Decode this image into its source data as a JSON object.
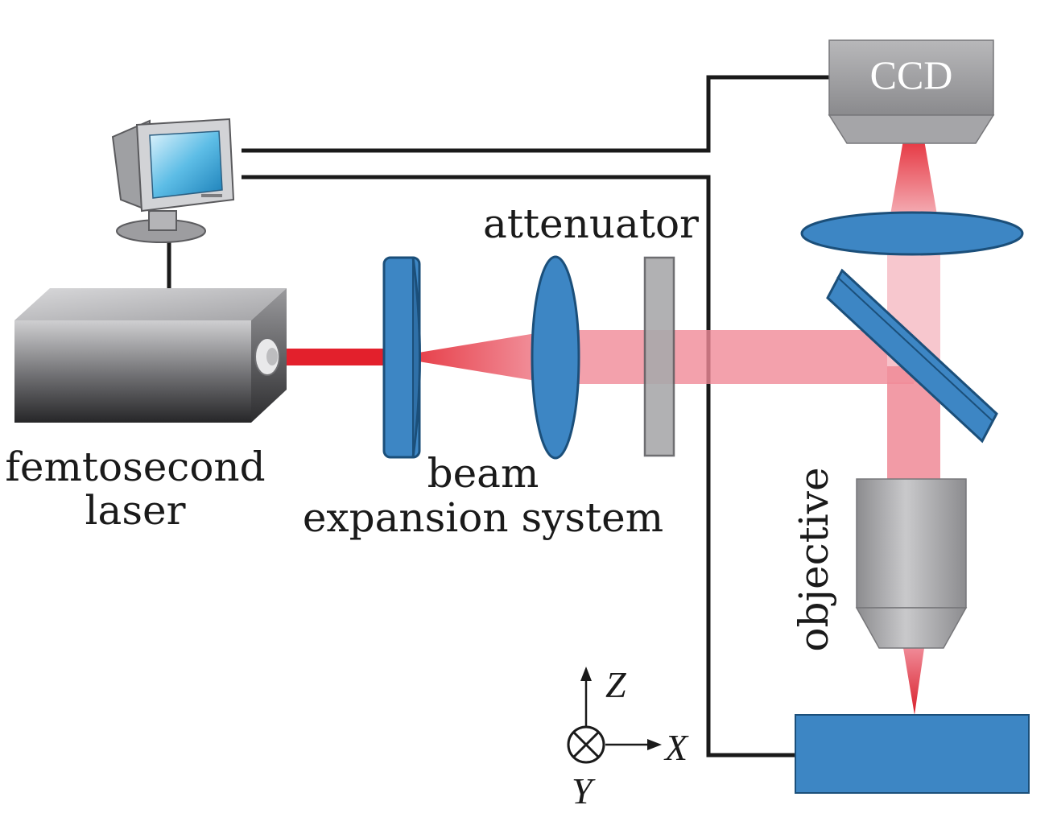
{
  "diagram": {
    "labels": {
      "laser_line1": "femtosecond",
      "laser_line2": "laser",
      "beam_line1": "beam",
      "beam_line2": "expansion system",
      "attenuator": "attenuator",
      "objective": "objective",
      "ccd": "CCD",
      "axis_z": "Z",
      "axis_x": "X",
      "axis_y": "Y"
    },
    "colors": {
      "optic_blue": "#3d86c4",
      "optic_outline": "#1b4f7a",
      "laser_red": "#e3202c",
      "beam_pink": "#f08a97",
      "beam_pale": "#f7c4cb",
      "attenuator_gray": "#a9a9ab",
      "device_gray": "#7d7d80",
      "wire_black": "#1a1a1a",
      "ccd_gray": "#9a9a9c"
    },
    "icons": [
      "computer-monitor-icon",
      "laser-box-icon",
      "objective-lens-icon",
      "ccd-camera-icon",
      "coordinate-axes-icon"
    ]
  }
}
